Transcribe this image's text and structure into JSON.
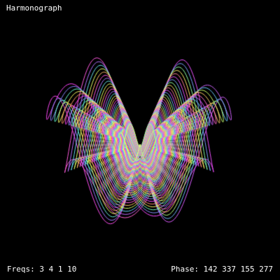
{
  "title": "Harmonograph",
  "freqs": {
    "label": "Freqs:",
    "values": [
      3,
      4,
      1,
      10
    ]
  },
  "phase": {
    "label": "Phase:",
    "values": [
      142,
      337,
      155,
      277
    ]
  },
  "colors": {
    "background": "#000000",
    "text": "#ffffff",
    "palette": [
      "#ff66cc",
      "#ff44ff",
      "#cc66ff",
      "#8888ff",
      "#66ccff",
      "#66ffcc",
      "#ccff66",
      "#ffff66",
      "#ffcc66",
      "#ff9966"
    ]
  }
}
